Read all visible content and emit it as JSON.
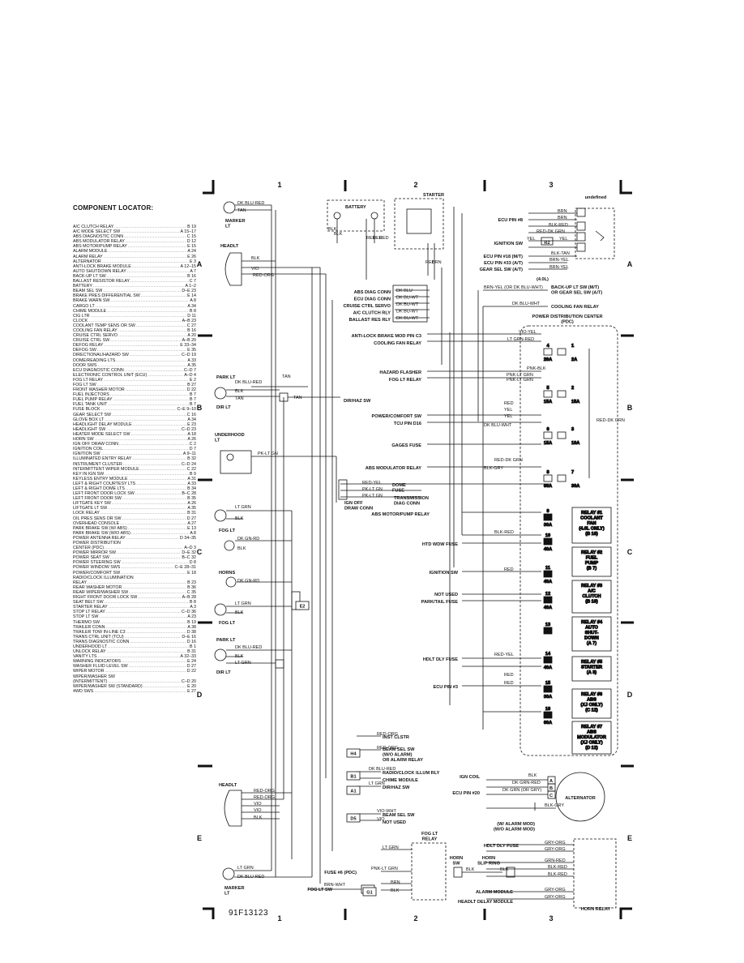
{
  "locator": {
    "title": "COMPONENT LOCATOR:",
    "items": [
      [
        "A/C CLUTCH RELAY",
        "B 19"
      ],
      [
        "A/C MODE SELECT SW",
        "A 15–17"
      ],
      [
        "ABS DIAGNOSTIC CONN",
        "C 15"
      ],
      [
        "ABS MODULATOR RELAY",
        "D 12"
      ],
      [
        "ABS MOTOR/PUMP RELAY",
        "E 15"
      ],
      [
        "ALARM MODULE",
        "A 24"
      ],
      [
        "ALARM RELAY",
        "E 26"
      ],
      [
        "ALTERNATOR",
        "E 3"
      ],
      [
        "ANTI-LOCK BRAKE MODULE",
        "A 12–15"
      ],
      [
        "AUTO SHUTDOWN RELAY",
        "A 7"
      ],
      [
        "BACK-UP LT SW",
        "B 16"
      ],
      [
        "BALLAST RESISTOR RELAY",
        "C 7"
      ],
      [
        "BATTERY",
        "A 1–2"
      ],
      [
        "BEAM SEL SW",
        "D–E 23"
      ],
      [
        "BRAKE PRES DIFFERENTIAL SW",
        "E 14"
      ],
      [
        "BRAKE WARN SW",
        "A 8"
      ],
      [
        "CARGO LT",
        "A 34"
      ],
      [
        "CHIME MODULE",
        "B 8"
      ],
      [
        "CIG LTR",
        "D 11"
      ],
      [
        "CLOCK",
        "A–B 23"
      ],
      [
        "COOLANT TEMP SENS OR SW",
        "C 27"
      ],
      [
        "COOLING FAN RELAY",
        "B 16"
      ],
      [
        "CRUISE CTRL SERVO",
        "A 20"
      ],
      [
        "CRUISE CTRL SW",
        "A–B 20"
      ],
      [
        "DEFOG RELAY",
        "E 33–34"
      ],
      [
        "DEFOG SW",
        "E 35"
      ],
      [
        "DIRECTIONAL/HAZARD SW",
        "C–D 19"
      ],
      [
        "DOME/READING LTS",
        "A 33"
      ],
      [
        "DOOR SWS",
        "A 35"
      ],
      [
        "ECU DIAGNOSTIC CONN",
        "C–D 7"
      ],
      [
        "ELECTRONIC CONTROL UNIT (ECU)",
        "A–D 4"
      ],
      [
        "FOG LT RELAY",
        "E 2"
      ],
      [
        "FOG LT SW",
        "B 27"
      ],
      [
        "FRONT WASHER MOTOR",
        "D 22"
      ],
      [
        "FUEL INJECTORS",
        "B 7"
      ],
      [
        "FUEL PUMP RELAY",
        "B 7"
      ],
      [
        "FUEL TANK UNIT",
        "B 7"
      ],
      [
        "FUSE BLOCK",
        "C–E 9–10"
      ],
      [
        "GEAR SELECT SW",
        "C 16"
      ],
      [
        "GLOVE BOX LT",
        "A 34"
      ],
      [
        "HEADLIGHT DELAY MODULE",
        "E 23"
      ],
      [
        "HEADLIGHT SW",
        "C–D 23"
      ],
      [
        "HEATER MODE SELECT SW",
        "A 18"
      ],
      [
        "HORN SW",
        "A 26"
      ],
      [
        "IGN OFF DRAW CONN",
        "C 2"
      ],
      [
        "IGNITION COIL",
        "D 7"
      ],
      [
        "IGNITION SW",
        "A 9–11"
      ],
      [
        "ILLUMINATED ENTRY RELAY",
        "B 32"
      ],
      [
        "INSTRUMENT CLUSTER",
        "C–D 24"
      ],
      [
        "INTERMITTENT WIPER MODULE",
        "C 22"
      ],
      [
        "KEY IN IGN SW",
        "B 9"
      ],
      [
        "KEYLESS ENTRY MODULE",
        "A 31"
      ],
      [
        "LEFT & RIGHT COURTESY LTS",
        "A 33"
      ],
      [
        "LEFT & RIGHT DOME LTS",
        "B 34"
      ],
      [
        "LEFT FRONT DOOR LOCK SW",
        "B–C 28"
      ],
      [
        "LEFT FRONT DOOR SW",
        "B 35"
      ],
      [
        "LIFTGATE KEY SW",
        "A 26"
      ],
      [
        "LIFTGATE LT SW",
        "A 35"
      ],
      [
        "LOCK RELAY",
        "B 31"
      ],
      [
        "OIL PRES SENS OR SW",
        "D 27"
      ],
      [
        "OVERHEAD CONSOLE",
        "A 27"
      ],
      [
        "PARK BRAKE SW (W/ ABS)",
        "E 13"
      ],
      [
        "PARK BRAKE SW (W/O ABS)",
        "A 8"
      ],
      [
        "POWER ANTENNA RELAY",
        "D 34–35"
      ],
      [
        "POWER DISTRIBUTION",
        ""
      ],
      [
        "  CENTER (PDC)",
        "A–D 3"
      ],
      [
        "POWER MIRROR SW",
        "D–E 32"
      ],
      [
        "POWER SEAT SW",
        "B–C 32"
      ],
      [
        "POWER STEERING SW",
        "D 8"
      ],
      [
        "POWER WINDOW SWS",
        "C–E 28–31"
      ],
      [
        "POWER/COMFORT SW",
        "E 18"
      ],
      [
        "RADIO/CLOCK ILLUMINATION",
        ""
      ],
      [
        "  RELAY",
        "B 23"
      ],
      [
        "REAR WASHER MOTOR",
        "B 36"
      ],
      [
        "REAR WIPER/WASHER SW",
        "C 35"
      ],
      [
        "RIGHT FRONT DOOR LOCK SW",
        "A–B 28"
      ],
      [
        "SEAT BELT SW",
        "B 8"
      ],
      [
        "STARTER RELAY",
        "A 3"
      ],
      [
        "STOP LT RELAY",
        "C–D 36"
      ],
      [
        "STOP LT SW",
        "A 23"
      ],
      [
        "THERMO SW",
        "B 19"
      ],
      [
        "TRAILER CONN",
        "A 38"
      ],
      [
        "TRAILER TOW IN-LINE C3",
        "D 38"
      ],
      [
        "TRANS CTRL UNIT (TCU)",
        "D–E 16"
      ],
      [
        "TRANS DIAGNOSTIC CONN",
        "D 16"
      ],
      [
        "UNDERHOOD LT",
        "B 1"
      ],
      [
        "UNLOCK RELAY",
        "B 31"
      ],
      [
        "VANITY LTS",
        "A 32–33"
      ],
      [
        "WARNING INDICATORS",
        "E 24"
      ],
      [
        "WASHER FLUID LEVEL SW",
        "D 27"
      ],
      [
        "WIPER MOTOR",
        "D 22"
      ],
      [
        "WIPER/WASHER SW",
        ""
      ],
      [
        "  (INTERMITTENT)",
        "C–D 20"
      ],
      [
        "WIPER/WASHER SW (STANDARD)",
        "E 20"
      ],
      [
        "4WD SWS",
        "E 27"
      ]
    ]
  },
  "frame": {
    "columns": [
      "1",
      "2",
      "3"
    ],
    "rows": [
      "A",
      "B",
      "C",
      "D",
      "E"
    ],
    "figure_code": "91F13123"
  },
  "left_components": {
    "marker_lt": "MARKER\nLT",
    "headlt": "HEADLT",
    "park_lt": "PARK LT",
    "dir_lt": "DIR LT",
    "underhood_lt": "UNDERHOOD\nLT",
    "fog_lt": "FOG LT",
    "horns": "HORNS",
    "wires_top": [
      "DK BLU-RED",
      "TAN",
      "BLK",
      "VIO",
      "RED-ORG"
    ],
    "wires_park": [
      "DK BLU-RED",
      "TAN",
      "BLK",
      "TAN"
    ],
    "wire_underhood": "PK-LT GN",
    "wires_fog": [
      "LT GRN",
      "BLK",
      "DK GN-RD",
      "BLK",
      "DK GN-RD",
      "LT GRN",
      "BLK"
    ],
    "wires_park2": [
      "DK BLU-RED",
      "BLK",
      "LT GRN"
    ],
    "wires_headlt2": [
      "RED-ORG",
      "RED-ORG",
      "VIO",
      "VIO",
      "BLK"
    ],
    "wires_marker2": [
      "LT GRN",
      "DK BLU-RED"
    ]
  },
  "center": {
    "battery": "BATTERY",
    "starter": "STARTER",
    "starter_relay": "STARTER\nRELAY",
    "battery_wires": [
      "BLK",
      "BLK",
      "RED",
      "RED",
      "RED"
    ],
    "starter_wires": [
      "RED",
      "BRN"
    ],
    "diag_labels": [
      "ABS DIAG CONN",
      "ECU DIAG CONN",
      "CRUISE CTRL SERVO",
      "A/C CLUTCH RLY",
      "BALLAST RES RLY"
    ],
    "diag_wires": [
      "DK BLU",
      "DK BU-WT",
      "DK BU-WT",
      "DK BU-WT",
      "DK BU-WT"
    ],
    "antilock": "ANTI-LOCK BRAKE MOD PIN C3",
    "cooling_fan": "COOLING FAN RELAY",
    "hazard": "HAZARD FLASHER",
    "fog_relay": "FOG LT RELAY",
    "power_comfort": "POWER/COMFORT SW",
    "tcu": "TCU PIN D16",
    "gages": "GAGES FUSE",
    "abs_mod": "ABS MODULATOR RELAY",
    "dir_haz": "DIR/HAZ SW",
    "ign_off": "IGN OFF\nDRAW CONN",
    "dome": "DOME\nFUSE",
    "trans_diag": "TRANSMISSION\nDIAG CONN",
    "abs_motor": "ABS MOTOR/PUMP RELAY",
    "htd_wdw": "HTD WDW FUSE",
    "ign_sw": "IGNITION SW",
    "not_used": "NOT USED",
    "park_tail": "PARK/TAIL FUSE",
    "hdlt_dly": "HDLT DLY FUSE",
    "ecu_pin3": "ECU PIN #3",
    "inst_clstr": "INST CLSTR",
    "beam_sel": "BEAM SEL SW\n(W/O ALARM)\nOR ALARM RELAY",
    "radio_clock": "RADIO/CLOCK ILLUM RLY",
    "chime": "CHIME MODULE",
    "dir_haz2": "DIR/HAZ SW",
    "beam_sel2": "BEAM SEL SW",
    "not_used2": "NOT USED",
    "splices": [
      "H4",
      "B1",
      "A1",
      "D5",
      "G1",
      "E2"
    ],
    "fog_relay2": "FOG LT\nRELAY",
    "fuse6": "FUSE #6 (PDC)",
    "fog_sw": "FOG LT SW",
    "horn_sw": "HORN\nSW",
    "horn_slip": "HORN\nSLIP RING",
    "alarm_module": "ALARM MODULE",
    "hl_delay": "HEADLT DELAY MODULE",
    "hdlt_dly2": "HDLT DLY FUSE",
    "w_alarm": "(W/ ALARM MOD)\n(W/O ALARM MOD)",
    "horn_relay": "HORN RELAY"
  },
  "right": {
    "ecu_pin8": "ECU PIN #8",
    "ign_sw": "IGNITION SW",
    "ecu_pin18": "ECU PIN #18 (M/T)",
    "ecu_pin33": "ECU PIN #33 (A/T)",
    "gear_sel": "GEAR SEL SW (A/T)",
    "four_l": "(4.0L)",
    "backup": "BACK-UP LT SW (M/T)\nOR GEAR SEL SW (A/T)",
    "cooling": "COOLING FAN RELAY",
    "pdc": "POWER DISTRIBUTION CENTER\n(PDC)",
    "relay_wires": [
      "BRN",
      "BRN",
      "BLK-RED",
      "RED-DK GRN",
      "YEL",
      "YEL",
      "BLK-TAN",
      "BRN-YEL",
      "BRN-YEL"
    ],
    "backup_wire": "BRN-YEL (OR DK BLU-WHT)",
    "cool_wire": "DK BLU-WHT",
    "pdc_wire": "RED-DK GRN",
    "r2": "R2",
    "alternator": "ALTERNATOR",
    "ign_coil": "IGN COIL",
    "ecu_pin20": "ECU PIN #20",
    "alt_wires": [
      "BLK",
      "DK GRN-RED",
      "DK GRN (OR GRY)",
      "BLK-GRY"
    ],
    "alt_terms": [
      "A",
      "B",
      "C"
    ]
  },
  "pdc_fuses": [
    {
      "num": "4",
      "amp": "20A",
      "wire": "RED"
    },
    {
      "num": "1",
      "amp": "2A"
    },
    {
      "num": "5",
      "amp": "15A",
      "wire": "RED-DK GRN"
    },
    {
      "num": "2",
      "amp": "15A"
    },
    {
      "num": "6",
      "amp": "15A",
      "wire": "DK BLU"
    },
    {
      "num": "3",
      "amp": "10A"
    },
    {
      "num": "8",
      "amp": "60A",
      "wire": "RED"
    },
    {
      "num": "7",
      "amp": "30A"
    },
    {
      "num": "9",
      "amp": "30A",
      "wire": "RED-DK GN"
    },
    {
      "num": "10",
      "amp": "40A",
      "wire": "BLK-RED"
    },
    {
      "num": "11",
      "amp": "40A",
      "wire": "RED"
    },
    {
      "num": "12",
      "amp": "40A",
      "wire": "RED"
    },
    {
      "num": "13",
      "amp": ""
    },
    {
      "num": "14",
      "amp": "40A",
      "wire": "RED-YEL"
    },
    {
      "num": "15",
      "amp": "30A",
      "wire": "RED"
    },
    {
      "num": "16",
      "amp": "60A",
      "wire": "BLK-GRY"
    }
  ],
  "pdc_wires": [
    "VIO-YEL",
    "LT GRN-RED",
    "PNK-BLK",
    "PNK-LT GRN",
    "PNK-LT GRN",
    "RED",
    "YEL",
    "YEL",
    "DK BLU-WHT",
    "RED-DK GRN",
    "BLK-GRY",
    "BLK-RED",
    "RED",
    "RED-YEL",
    "RED",
    "RED"
  ],
  "pdc_vert_wire": "RED-DK GRN",
  "relays": [
    "RELAY #1\nCOOLANT\nFAN\n(4.0L ONLY)\n(B 16)",
    "RELAY #2\nFUEL\nPUMP\n(B 7)",
    "RELAY #3\nA/C\nCLUTCH\n(B 19)",
    "RELAY #4\nAUTO\nSHUT-\nDOWN\n(A 7)",
    "RELAY #5\nSTARTER\n(A 3)",
    "RELAY #6\nABS\n(XJ ONLY)\n(C 12)",
    "RELAY #7\nABS\nMODULATOR\n(XJ ONLY)\n(D 12)"
  ],
  "mid_wires": [
    "RED-YEL",
    "PK-LT GN",
    "PK-LT GN",
    "RED-ORG",
    "RED-ORG",
    "DK BLU-RED",
    "LT GRN",
    "VIO-WHT",
    "VIO",
    "LT GRN",
    "PNK-LT GRN",
    "BRN",
    "BLK",
    "BRN-WHT",
    "BLK",
    "BLK",
    "GRY-ORG",
    "GRY-ORG",
    "GRN-RED",
    "BLK-RED",
    "BLK-RED",
    "GRY-ORG"
  ]
}
